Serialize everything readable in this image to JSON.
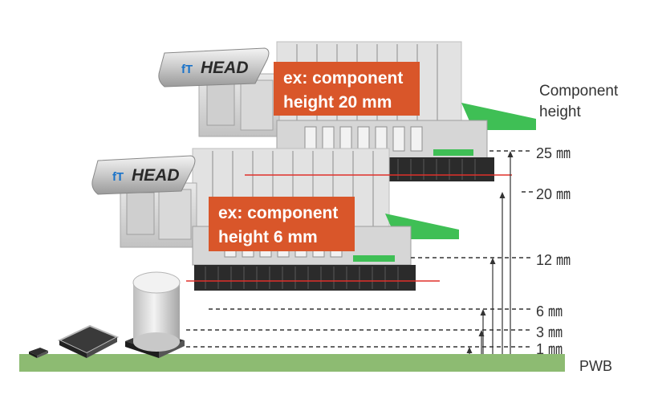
{
  "axis": {
    "title_line1": "Component",
    "title_line2": "height",
    "ticks": [
      {
        "value": 25,
        "label": "25 ㎜"
      },
      {
        "value": 20,
        "label": "20 ㎜"
      },
      {
        "value": 12,
        "label": "12 ㎜"
      },
      {
        "value": 6,
        "label": "6 ㎜"
      },
      {
        "value": 3,
        "label": "3 ㎜"
      },
      {
        "value": 1,
        "label": "1 ㎜"
      }
    ]
  },
  "heads": {
    "logo_text": "HEAD",
    "upper": {
      "callout_line1": "ex: component",
      "callout_line2": "height 20 mm",
      "component_height_mm": 20
    },
    "lower": {
      "callout_line1": "ex: component",
      "callout_line2": "height 6 mm",
      "component_height_mm": 6
    }
  },
  "board": {
    "label": "PWB"
  },
  "colors": {
    "callout": "#d9562a",
    "board": "#8dbb72",
    "head_green": "#3fbf55",
    "head_gray": "#d8d8d8",
    "head_dark": "#2b2b2b",
    "marker_red": "#e0302a"
  }
}
